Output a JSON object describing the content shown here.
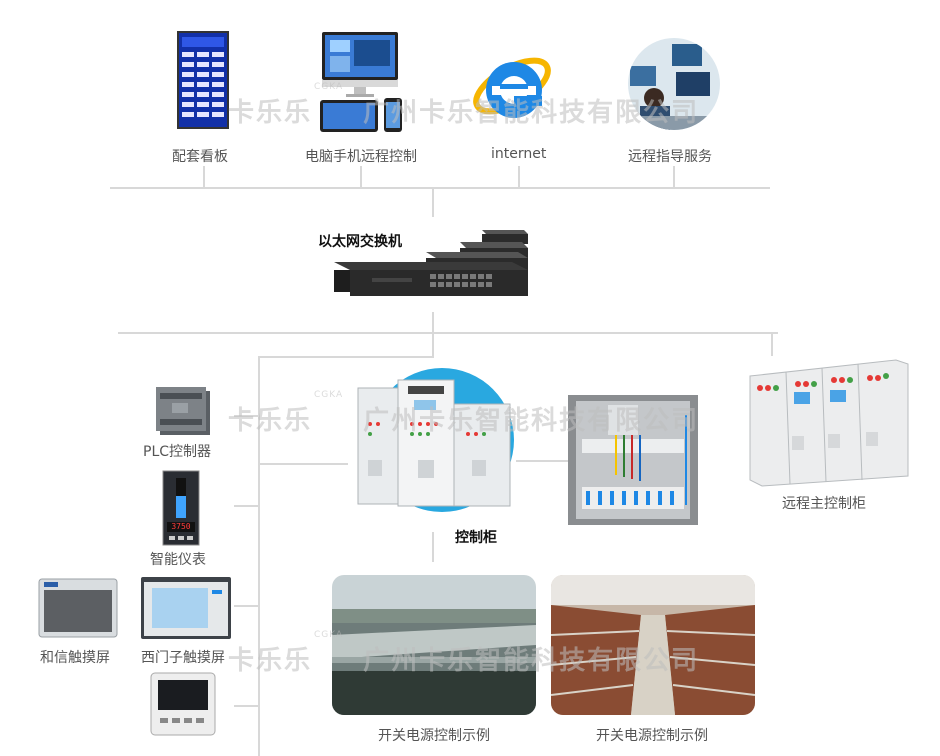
{
  "top_devices": [
    {
      "label": "配套看板",
      "icon": "led-board-icon"
    },
    {
      "label": "电脑手机远程控制",
      "icon": "computer-phone-icon"
    },
    {
      "label": "internet",
      "icon": "internet-explorer-icon"
    },
    {
      "label": "远程指导服务",
      "icon": "remote-support-icon"
    }
  ],
  "switch": {
    "label": "以太网交换机"
  },
  "left_devices": [
    {
      "label": "PLC控制器"
    },
    {
      "label": "智能仪表",
      "display": "3750"
    },
    {
      "label": "和信触摸屏"
    },
    {
      "label": "西门子触摸屏"
    }
  ],
  "cabinet": {
    "label": "控制柜"
  },
  "remote_cabinet": {
    "label": "远程主控制柜"
  },
  "examples": [
    {
      "label": "开关电源控制示例"
    },
    {
      "label": "开关电源控制示例"
    }
  ],
  "watermark": {
    "brand": "卡乐乐",
    "company": "广州卡乐智能科技有限公司",
    "small": "CGKA"
  },
  "colors": {
    "line": "#d8d8d8",
    "ie_blue": "#1e88e5",
    "ie_gold": "#f6b500",
    "cabinet_circle": "#29a8e0"
  }
}
